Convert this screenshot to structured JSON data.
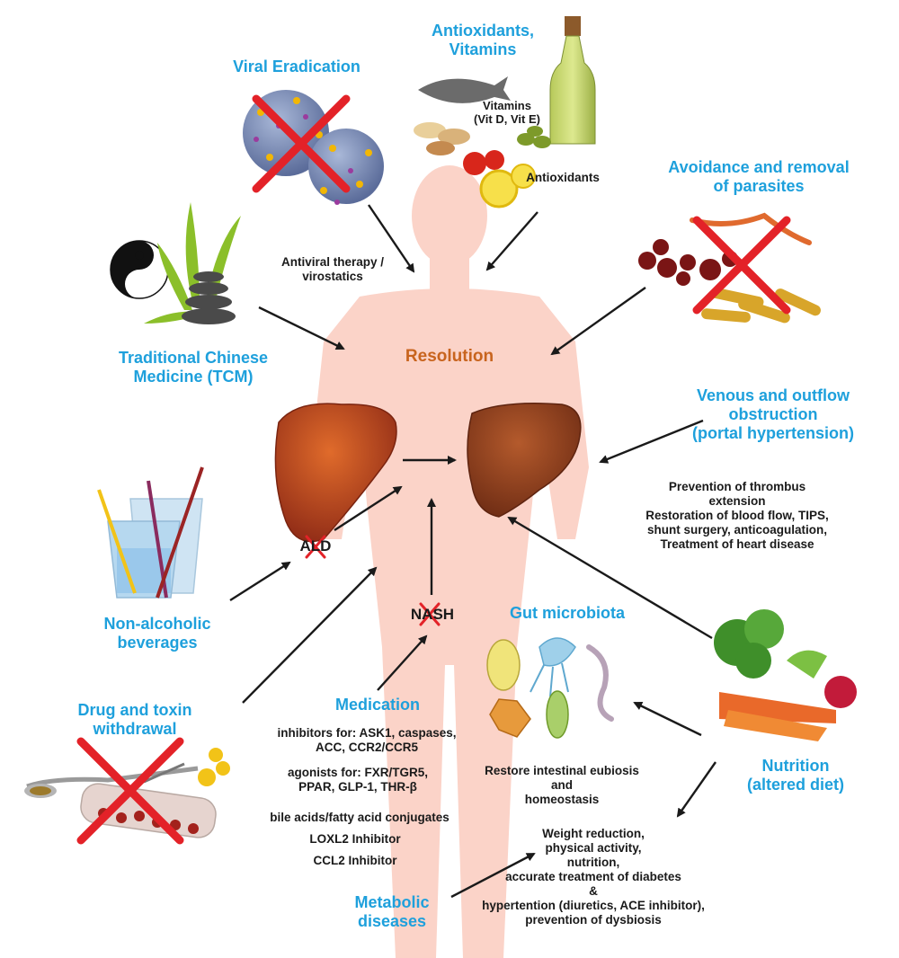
{
  "headings": {
    "viral": "Viral Eradication",
    "antioxidants": "Antioxidants,\nVitamins",
    "parasites": "Avoidance and removal\nof parasites",
    "tcm": "Traditional Chinese\nMedicine (TCM)",
    "venous": "Venous and outflow\nobstruction\n(portal hypertension)",
    "beverages": "Non-alcoholic\nbeverages",
    "gut": "Gut microbiota",
    "drug": "Drug and toxin\nwithdrawal",
    "medication": "Medication",
    "nutrition": "Nutrition\n(altered diet)",
    "metabolic": "Metabolic\ndiseases"
  },
  "center": {
    "resolution": "Resolution",
    "ald": "ALD",
    "nash": "NASH"
  },
  "notes": {
    "antiviral": "Antiviral therapy /\nvirostatics",
    "vitamins": "Vitamins\n(Vit D, Vit E)",
    "antioxidants_label": "Antioxidants",
    "venous_detail": "Prevention of thrombus\nextension\nRestoration of blood flow, TIPS,\nshunt surgery, anticoagulation,\nTreatment of heart disease",
    "gut_detail": "Restore intestinal eubiosis\nand\nhomeostasis",
    "metabolic_detail": "Weight reduction,\nphysical activity,\nnutrition,\naccurate treatment of diabetes\n&\nhypertention (diuretics, ACE inhibitor),\nprevention of dysbiosis",
    "med_inhibitors": "inhibitors for: ASK1, caspases,\nACC, CCR2/CCR5",
    "med_agonists": "agonists for: FXR/TGR5,\nPPAR, GLP-1, THR-β",
    "med_bile": "bile acids/fatty acid conjugates",
    "med_loxl2": "LOXL2 Inhibitor",
    "med_ccl2": "CCL2 Inhibitor"
  },
  "colors": {
    "heading": "#1ea0dc",
    "resolution": "#c8641e",
    "body_silhouette": "#fbd3c8",
    "cross": "#e32228",
    "diseased_liver": "#b8401e",
    "healthy_liver": "#8a3a1c",
    "arrow": "#1a1a1a"
  }
}
